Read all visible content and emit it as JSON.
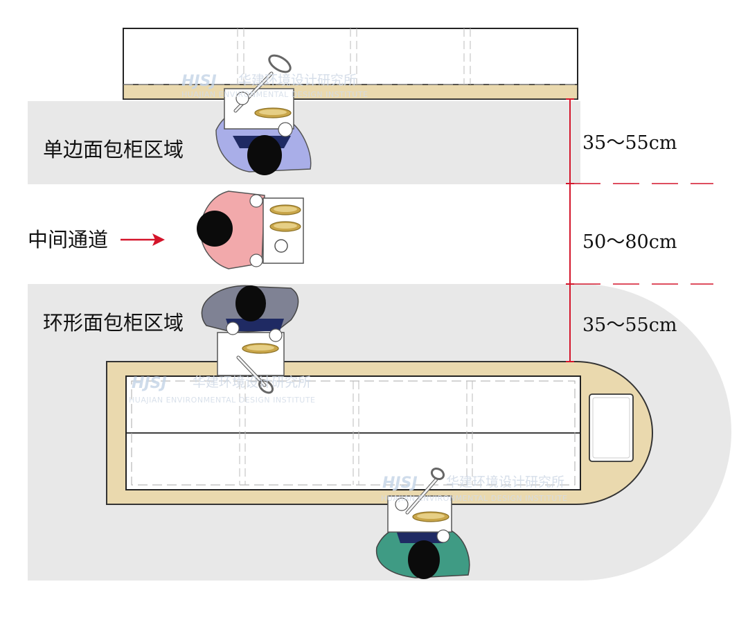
{
  "zones": {
    "single_side": "单边面包柜区域",
    "middle_aisle": "中间通道",
    "ring_counter": "环形面包柜区域"
  },
  "dimensions": {
    "single_side": "35～55cm",
    "aisle": "50～80cm",
    "ring_counter": "35～55cm"
  },
  "watermark": {
    "brand": "HJSJ",
    "cn": "华建环境设计研究所",
    "en": "HUAJIAN ENVIRONMENTAL DESIGN INSTITUTE"
  },
  "colors": {
    "zone_fill": "#e8e8e8",
    "counter_wood": "#ead9ae",
    "dimension_line": "#d4142a",
    "person_blue": "#a9aee8",
    "person_pink": "#f2a9ab",
    "person_grey": "#7f8294",
    "person_green": "#3f9b84"
  }
}
